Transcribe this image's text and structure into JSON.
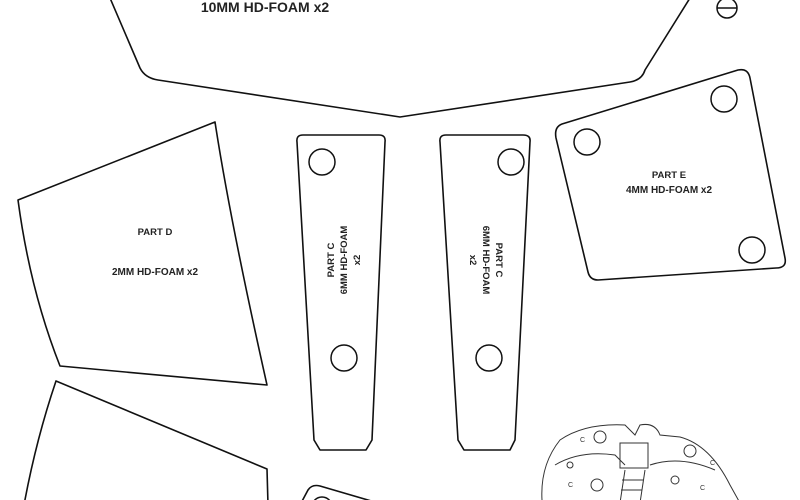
{
  "part_a": {
    "material": "10MM HD-FOAM  x2"
  },
  "part_d": {
    "name": "PART D",
    "material": "2MM HD-FOAM  x2"
  },
  "part_c_left": {
    "name": "PART C",
    "material": "6MM HD-FOAM",
    "qty": "x2"
  },
  "part_c_right": {
    "name": "PART C",
    "material": "6MM HD-FOAM",
    "qty": "x2"
  },
  "part_e": {
    "name": "PART E",
    "material": "4MM HD-FOAM x2"
  },
  "illustration": {
    "marks": [
      "C",
      "C",
      "C",
      "C"
    ]
  }
}
